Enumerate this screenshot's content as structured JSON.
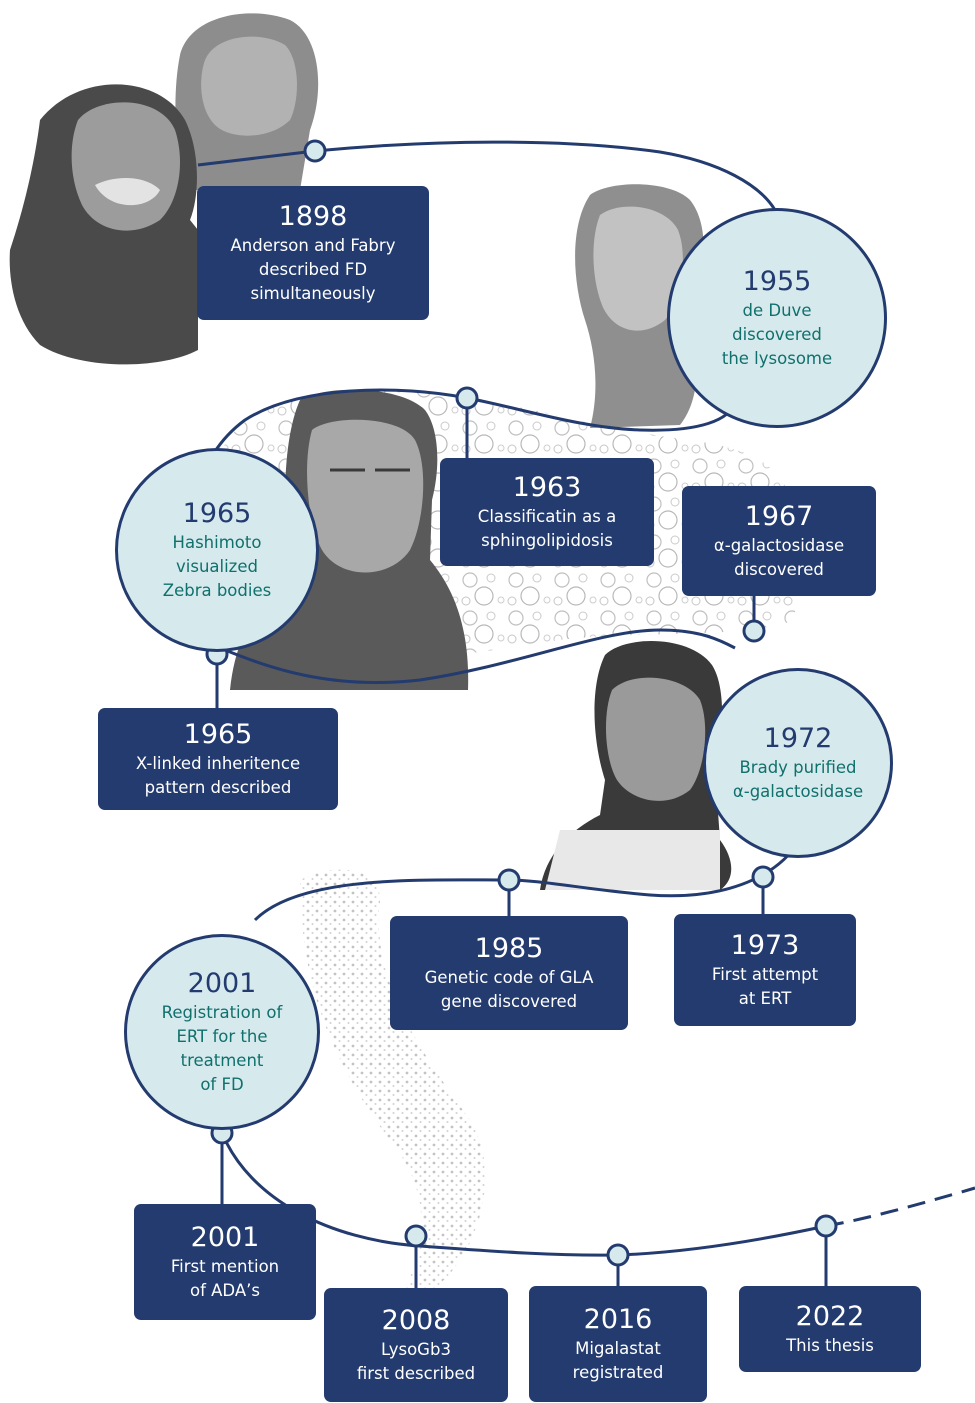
{
  "colors": {
    "navy": "#233b6e",
    "pale_teal": "#d6eaee",
    "teal_text": "#10706c",
    "node_fill": "#d6eaee"
  },
  "events": [
    {
      "id": "e1898",
      "shape": "box",
      "year": "1898",
      "text": "Anderson and Fabry\ndescribed FD\nsimultaneously"
    },
    {
      "id": "e1955",
      "shape": "circle",
      "year": "1955",
      "text": "de Duve\ndiscovered\nthe lysosome"
    },
    {
      "id": "e1963",
      "shape": "box",
      "year": "1963",
      "text": "Classificatin as a\nsphingolipidosis"
    },
    {
      "id": "e1965a",
      "shape": "circle",
      "year": "1965",
      "text": "Hashimoto\nvisualized\nZebra bodies"
    },
    {
      "id": "e1967",
      "shape": "box",
      "year": "1967",
      "text": "α-galactosidase\ndiscovered"
    },
    {
      "id": "e1965b",
      "shape": "box",
      "year": "1965",
      "text": "X-linked inheritence\npattern described"
    },
    {
      "id": "e1972",
      "shape": "circle",
      "year": "1972",
      "text": "Brady purified\nα-galactosidase"
    },
    {
      "id": "e1985",
      "shape": "box",
      "year": "1985",
      "text": "Genetic code of GLA\ngene discovered"
    },
    {
      "id": "e1973",
      "shape": "box",
      "year": "1973",
      "text": "First attempt\nat ERT"
    },
    {
      "id": "e2001a",
      "shape": "circle",
      "year": "2001",
      "text": "Registration of\nERT for the\ntreatment\nof FD"
    },
    {
      "id": "e2001b",
      "shape": "box",
      "year": "2001",
      "text": "First mention\nof ADA’s"
    },
    {
      "id": "e2008",
      "shape": "box",
      "year": "2008",
      "text": "LysoGb3\nfirst described"
    },
    {
      "id": "e2016",
      "shape": "box",
      "year": "2016",
      "text": "Migalastat\nregistrated"
    },
    {
      "id": "e2022",
      "shape": "box",
      "year": "2022",
      "text": "This thesis"
    }
  ]
}
